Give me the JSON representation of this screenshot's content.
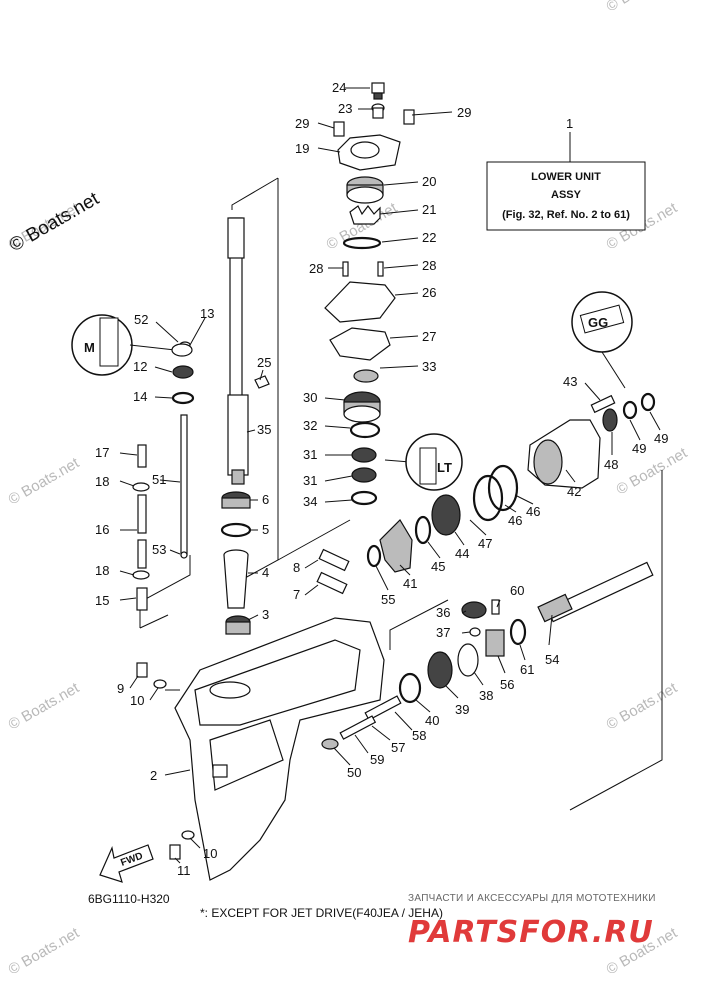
{
  "diagram": {
    "assy_box": {
      "ref_no": "1",
      "line1": "LOWER  UNIT",
      "line2": "ASSY",
      "line3": "(Fig. 32, Ref. No. 2 to 61)"
    },
    "figure_code": "6BG1110-H320",
    "footnote": "*: EXCEPT FOR JET DRIVE(F40JEA / JEHA)",
    "fwd_label": "FWD",
    "symbol_m": "M",
    "symbol_gg": "GG",
    "symbol_lt": "LT",
    "watermark": "© Boats.net",
    "shop_tagline": "ЗАПЧАСТИ И АКСЕССУАРЫ ДЛЯ МОТОТЕХНИКИ",
    "shop_name": "PARTSFOR.RU",
    "callouts": [
      "24",
      "23",
      "29",
      "29",
      "19",
      "20",
      "21",
      "22",
      "28",
      "28",
      "26",
      "27",
      "33",
      "30",
      "32",
      "31",
      "31",
      "34",
      "1",
      "43",
      "48",
      "49",
      "49",
      "42",
      "46",
      "46",
      "47",
      "44",
      "45",
      "41",
      "55",
      "52",
      "13",
      "12",
      "14",
      "25",
      "35",
      "17",
      "18",
      "51",
      "16",
      "53",
      "18",
      "15",
      "6",
      "5",
      "4",
      "8",
      "7",
      "3",
      "9",
      "10",
      "2",
      "11",
      "10",
      "60",
      "36",
      "37",
      "61",
      "56",
      "38",
      "39",
      "40",
      "58",
      "57",
      "59",
      "50",
      "54"
    ]
  },
  "colors": {
    "ink": "#111111",
    "watermark": "#b9b9b9",
    "shop_red": "#e03a3a"
  }
}
